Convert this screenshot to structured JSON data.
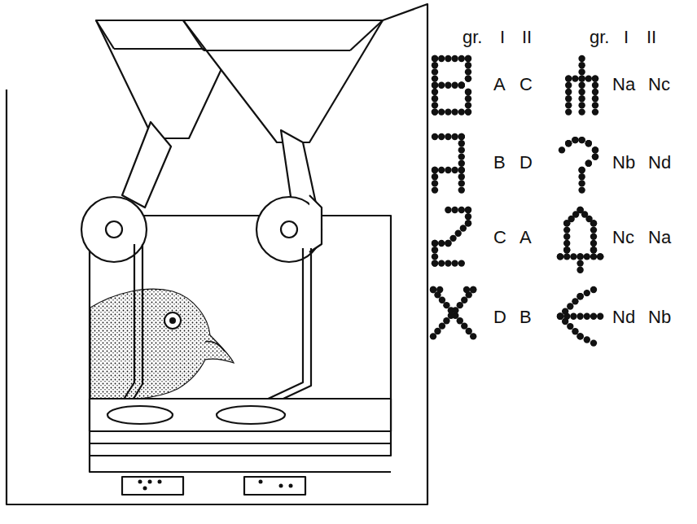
{
  "diagram": {
    "labels": [
      "gr.",
      "I",
      "II",
      "gr.",
      "I",
      "II",
      "A",
      "C",
      "Na",
      "Nc",
      "B",
      "D",
      "Nb",
      "Nd",
      "C",
      "A",
      "Nc",
      "Na",
      "D",
      "B",
      "Nd",
      "Nb"
    ]
  }
}
